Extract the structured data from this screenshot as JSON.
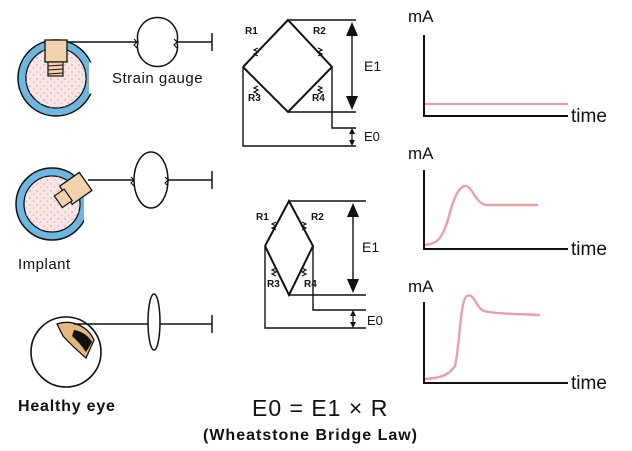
{
  "labels": {
    "strain_gauge": "Strain gauge",
    "implant": "Implant",
    "healthy_eye": "Healthy eye"
  },
  "bridge_top": {
    "r1": "R1",
    "r2": "R2",
    "r3": "R3",
    "r4": "R4",
    "e1": "E1",
    "e0": "E0"
  },
  "bridge_bottom": {
    "r1": "R1",
    "r2": "R2",
    "r3": "R3",
    "r4": "R4",
    "e1": "E1",
    "e0": "E0"
  },
  "graphs": [
    {
      "y_label": "mA",
      "x_label": "time",
      "trace": "flat"
    },
    {
      "y_label": "mA",
      "x_label": "time",
      "trace": "moderate peak"
    },
    {
      "y_label": "mA",
      "x_label": "time",
      "trace": "high peak"
    }
  ],
  "equation": "E0 = E1 × R",
  "law": "(Wheatstone Bridge Law)",
  "colors": {
    "line": "#111111",
    "trace": "#e8a0a6",
    "cup": "#6cb6df",
    "sphere_fill": "#f7e6e6",
    "sphere_dots": "#e4a7ac",
    "implant": "#f1d2ad",
    "iris": "#e7b67c",
    "pupil": "#111111"
  }
}
